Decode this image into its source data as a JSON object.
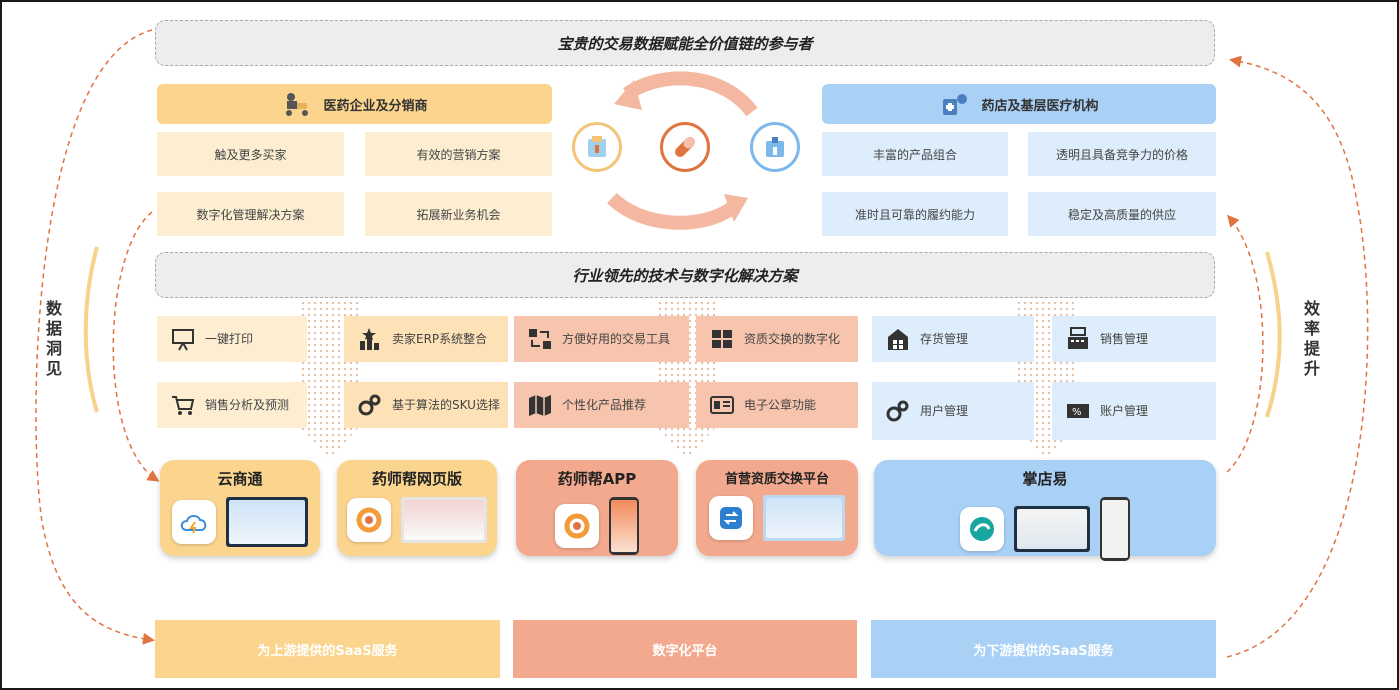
{
  "top_banner": "宝贵的交易数据赋能全价值链的参与者",
  "mid_banner": "行业领先的技术与数字化解决方案",
  "left_side_label": "数据洞见",
  "right_side_label": "效率提升",
  "left_group": {
    "header": "医药企业及分销商",
    "icon": "delivery-person-icon",
    "cells": [
      "触及更多买家",
      "有效的营销方案",
      "数字化管理解决方案",
      "拓展新业务机会"
    ]
  },
  "right_group": {
    "header": "药店及基层医疗机构",
    "icon": "pharmacy-icon",
    "cells": [
      "丰富的产品组合",
      "透明且具备竞争力的价格",
      "准时且可靠的履约能力",
      "稳定及高质量的供应"
    ]
  },
  "features": {
    "col1": [
      {
        "label": "一键打印",
        "icon": "presentation-board-icon"
      },
      {
        "label": "销售分析及预测",
        "icon": "shopping-cart-icon"
      }
    ],
    "col2": [
      {
        "label": "卖家ERP系统整合",
        "icon": "ranking-star-icon"
      },
      {
        "label": "基于算法的SKU选择",
        "icon": "gears-icon"
      }
    ],
    "col3": [
      {
        "label": "方便好用的交易工具",
        "icon": "transaction-flow-icon"
      },
      {
        "label": "个性化产品推荐",
        "icon": "map-icon"
      }
    ],
    "col4": [
      {
        "label": "资质交换的数字化",
        "icon": "grid-blocks-icon"
      },
      {
        "label": "电子公章功能",
        "icon": "id-card-icon"
      }
    ],
    "col5": [
      {
        "label": "存货管理",
        "icon": "warehouse-icon"
      },
      {
        "label": "用户管理",
        "icon": "gears-icon"
      }
    ],
    "col6": [
      {
        "label": "销售管理",
        "icon": "cash-register-icon"
      },
      {
        "label": "账户管理",
        "icon": "percent-card-icon"
      }
    ]
  },
  "products": [
    "云商通",
    "药师帮网页版",
    "药师帮APP",
    "首营资质交换平台",
    "掌店易"
  ],
  "bottom": [
    "为上游提供的SaaS服务",
    "数字化平台",
    "为下游提供的SaaS服务"
  ],
  "colors": {
    "yellow": "#fbd58e",
    "yellow_light": "#fdeed2",
    "salmon": "#f2a98d",
    "salmon_light": "#fbd9c9",
    "blue": "#a9d0f5",
    "blue_light": "#ddedfc",
    "orange_arrow": "#e0733f"
  }
}
